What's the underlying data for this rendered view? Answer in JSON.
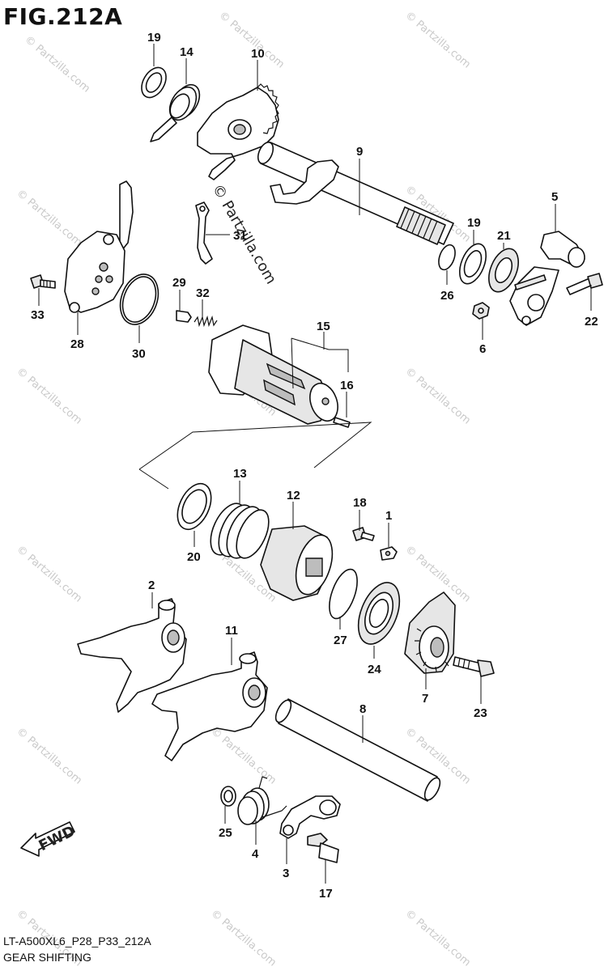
{
  "header": {
    "title": "FIG.212A"
  },
  "footer": {
    "code": "LT-A500XL6_P28_P33_212A",
    "name": "GEAR SHIFTING"
  },
  "watermark": {
    "small": "© Partzilla.com",
    "large": "© Partzilla.com"
  },
  "direction_arrow": {
    "label": "FWD"
  },
  "callouts": [
    "19",
    "14",
    "10",
    "9",
    "5",
    "19",
    "21",
    "26",
    "22",
    "6",
    "31",
    "33",
    "28",
    "30",
    "29",
    "32",
    "15",
    "16",
    "13",
    "12",
    "18",
    "1",
    "20",
    "2",
    "11",
    "27",
    "24",
    "7",
    "23",
    "8",
    "25",
    "4",
    "3",
    "17"
  ]
}
